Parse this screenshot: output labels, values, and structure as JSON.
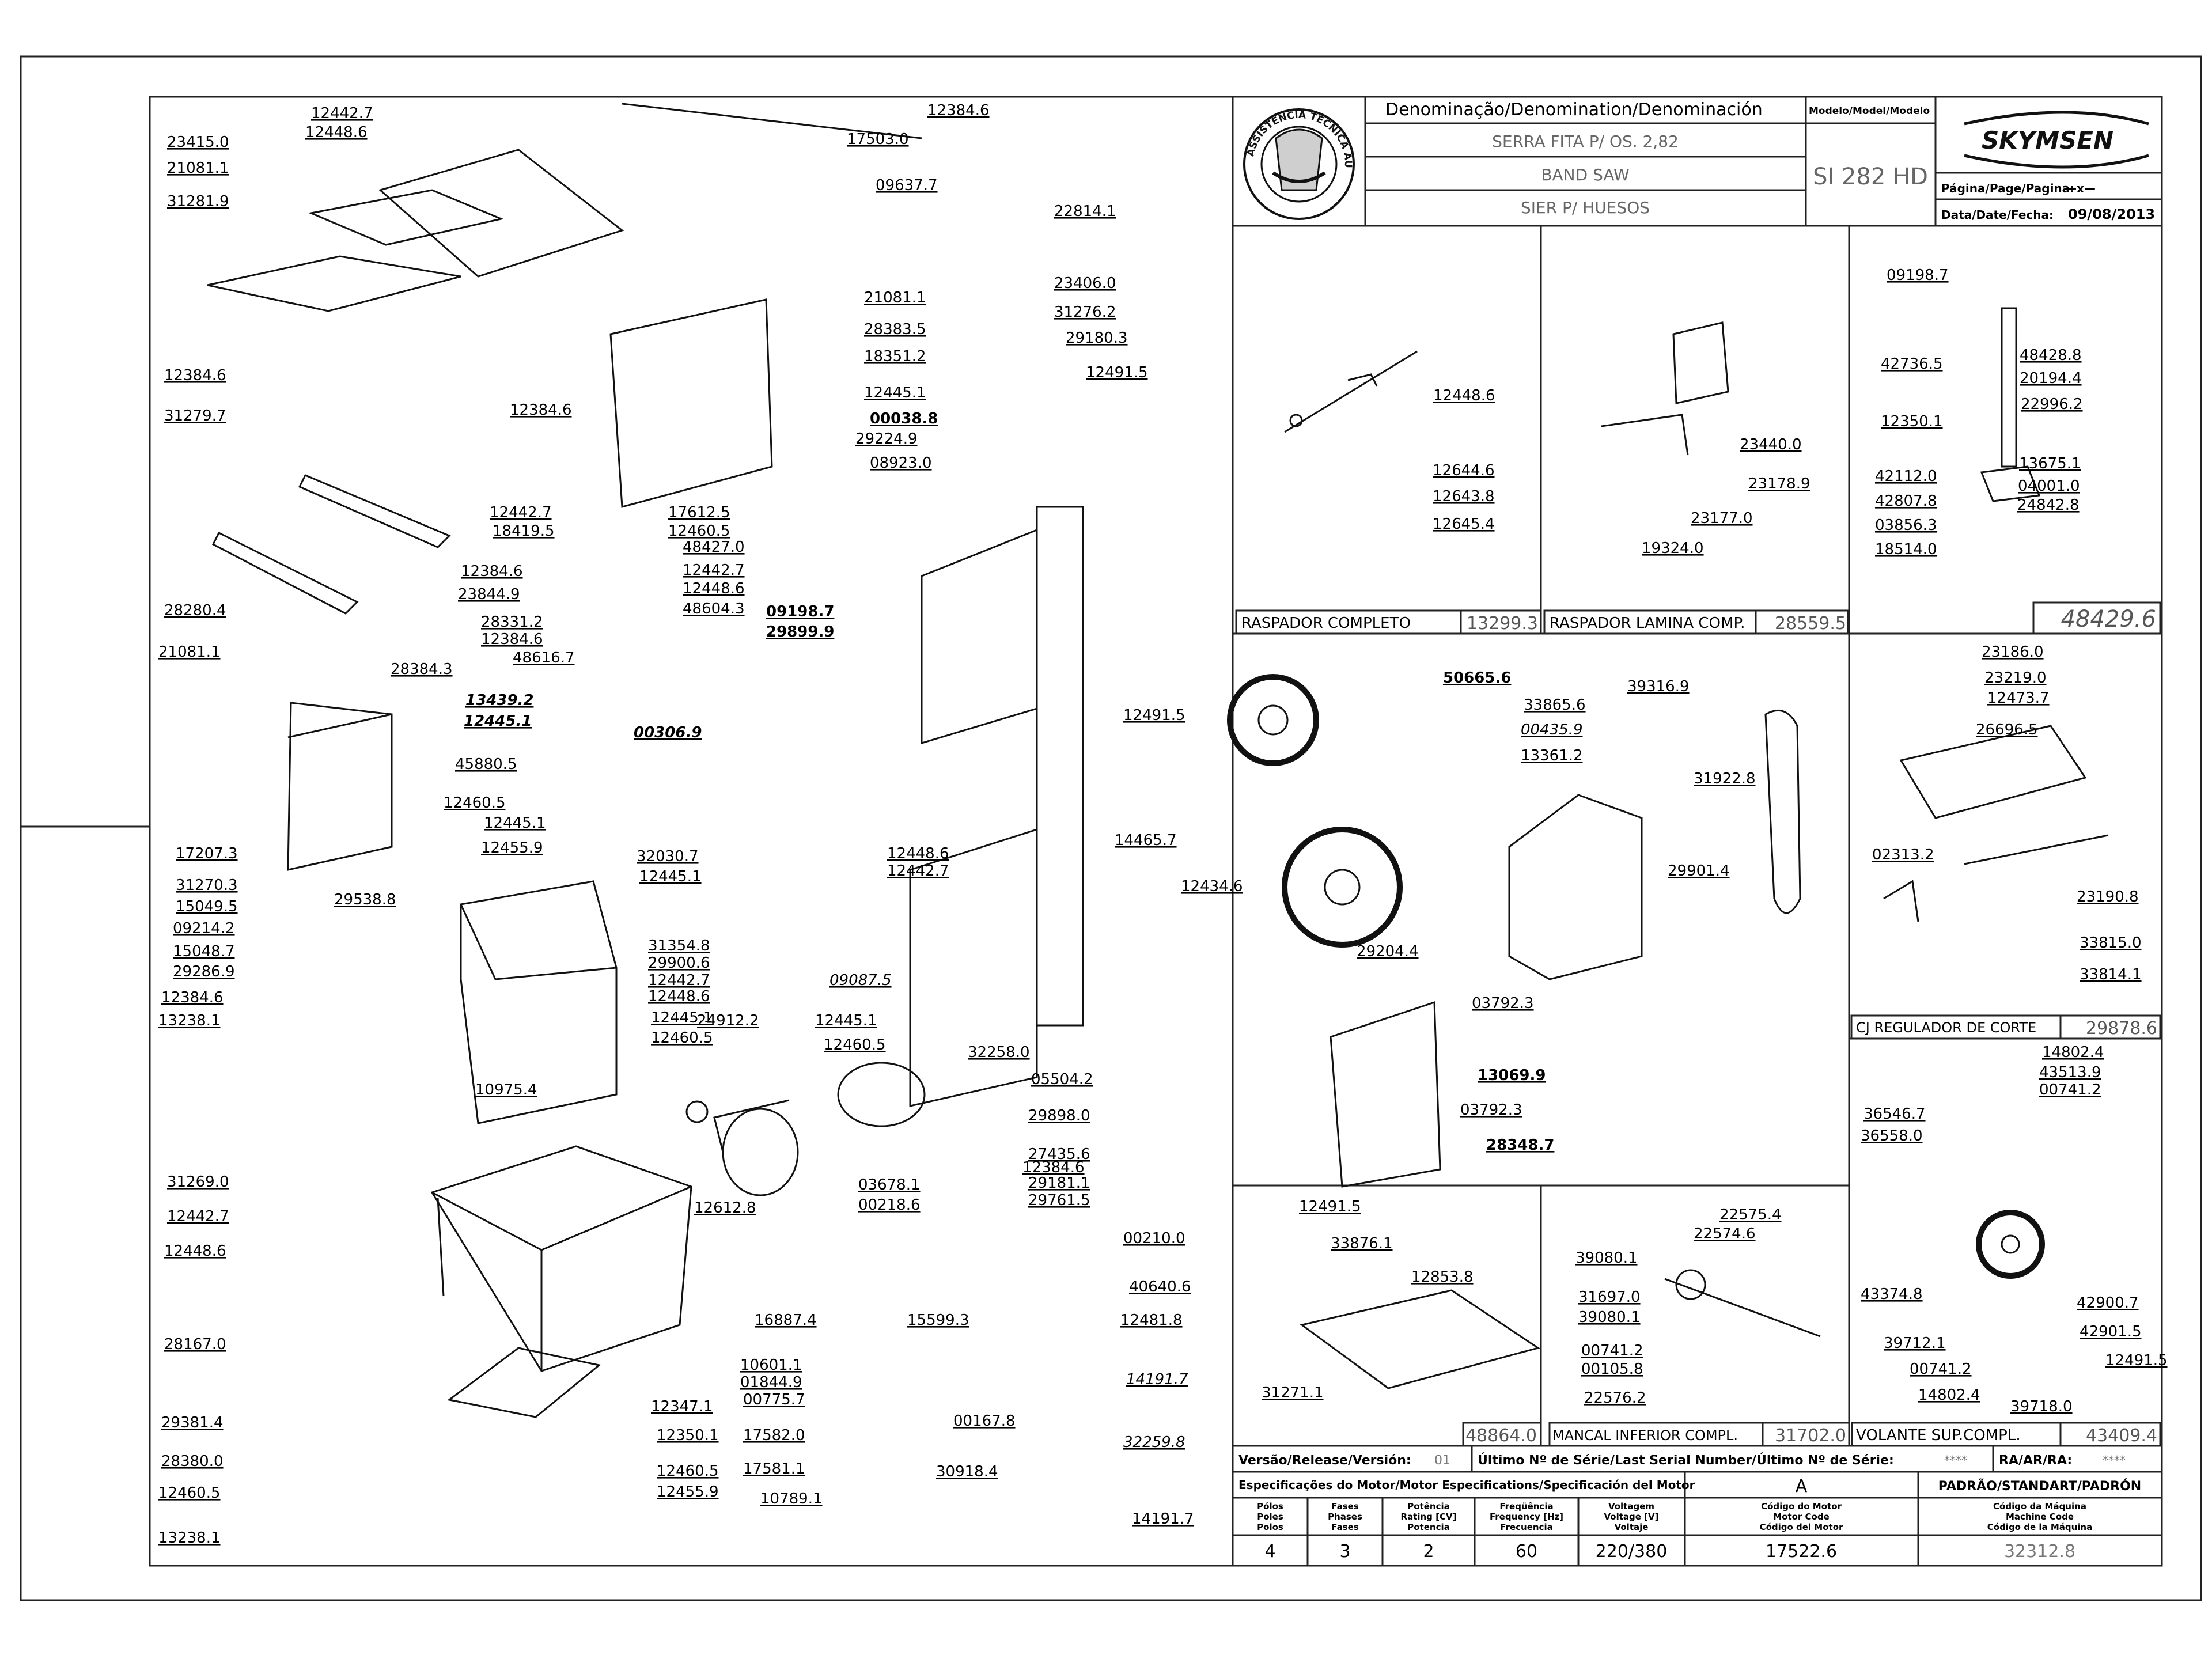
{
  "title_block": {
    "denomination_label": "Denominação/Denomination/Denominación",
    "model_label": "Modelo/Model/Modelo",
    "names": [
      "SERRA FITA P/ OS. 2,82",
      "BAND SAW",
      "SIER P/ HUESOS"
    ],
    "model": "SI 282 HD",
    "brand": "SKYMSEN",
    "stamp_text": "ASSISTÊNCIA TÉCNICA AUTORIZADA",
    "page_label": "Página/Page/Pagina:",
    "page_value": "—x—",
    "date_label": "Data/Date/Fecha:",
    "date_value": "09/08/2013"
  },
  "bottom_block": {
    "release_label": "Versão/Release/Versión:",
    "release_value": "01",
    "serial_label": "Último Nº de Série/Last Serial Number/Último Nº de Série:",
    "serial_value": "****",
    "ra_label": "RA/AR/RA:",
    "ra_value": "****",
    "motor_spec_label": "Especificações do Motor/Motor Especifications/Specificación del Motor",
    "standard_letter": "A",
    "standard_label": "PADRÃO/STANDART/PADRÓN",
    "headers": [
      "Pólos\nPoles\nPolos",
      "Fases\nPhases\nFases",
      "Potência\nRating [CV]\nPotencia",
      "Freqüência\nFrequency [Hz]\nFrecuencia",
      "Voltagem\nVoltage [V]\nVoltaje",
      "Código do Motor\nMotor Code\nCódigo del Motor",
      "Código da Máquina\nMachine Code\nCódigo de la Máquina"
    ],
    "values": [
      "4",
      "3",
      "2",
      "60",
      "220/380",
      "17522.6",
      "32312.8"
    ]
  },
  "insets": [
    {
      "caption": "RASPADOR COMPLETO",
      "code": "13299.3",
      "parts": [
        "12448.6",
        "12644.6",
        "12643.8",
        "12645.4"
      ]
    },
    {
      "caption": "RASPADOR LAMINA COMP.",
      "code": "28559.5",
      "parts": [
        "23440.0",
        "23178.9",
        "23177.0",
        "19324.0"
      ]
    },
    {
      "caption": "",
      "code": "48429.6",
      "parts": [
        "09198.7",
        "42736.5",
        "48428.8",
        "20194.4",
        "22996.2",
        "12350.1",
        "13675.1",
        "42112.0",
        "04001.0",
        "42807.8",
        "24842.8",
        "03856.3",
        "18514.0"
      ]
    },
    {
      "caption": "CJ REGULADOR DE CORTE",
      "code": "29878.6",
      "parts": [
        "23186.0",
        "23219.0",
        "12473.7",
        "26696.5",
        "02313.2",
        "23190.8",
        "33815.0",
        "33814.1"
      ]
    },
    {
      "caption": "MANCAL INFERIOR COMPL.",
      "code": "48864.0",
      "parts": [
        "12491.5",
        "33876.1",
        "12853.8",
        "31271.1"
      ]
    },
    {
      "caption": "VOLANTE SUP.COMPL.",
      "code": "31702.0",
      "parts": [
        "22575.4",
        "22574.6",
        "39080.1",
        "31697.0",
        "39080.1",
        "00741.2",
        "00105.8",
        "22576.2"
      ]
    },
    {
      "caption": "",
      "code": "43409.4",
      "parts": [
        "14802.4",
        "43513.9",
        "00741.2",
        "36546.7",
        "36558.0",
        "43374.8",
        "42900.7",
        "42901.5",
        "39712.1",
        "12491.5",
        "00741.2",
        "14802.4",
        "39718.0"
      ]
    }
  ],
  "labels": [
    "12442.7",
    "12448.6",
    "23415.0",
    "21081.1",
    "31281.9",
    "12384.6",
    "17503.0",
    "09637.7",
    "22814.1",
    "21081.1",
    "28383.5",
    "18351.2",
    "12384.6",
    "12384.6",
    "31279.7",
    "12445.1",
    "00038.8",
    "29224.9",
    "08923.0",
    "12442.7",
    "18419.5",
    "17612.5",
    "12460.5",
    "48427.0",
    "12384.6",
    "12442.7",
    "23844.9",
    "12448.6",
    "28331.2",
    "48604.3",
    "12384.6",
    "48616.7",
    "28280.4",
    "09198.7",
    "29899.9",
    "21081.1",
    "28384.3",
    "13439.2",
    "12445.1",
    "00306.9",
    "45880.5",
    "12460.5",
    "12445.1",
    "12455.9",
    "32030.7",
    "12445.1",
    "17207.3",
    "31270.3",
    "15049.5",
    "09214.2",
    "15048.7",
    "29286.9",
    "29538.8",
    "12384.6",
    "13238.1",
    "31354.8",
    "29900.6",
    "12442.7",
    "12448.6",
    "12445.1",
    "12460.5",
    "10975.4",
    "31269.0",
    "12442.7",
    "12448.6",
    "28167.0",
    "29381.4",
    "28380.0",
    "12460.5",
    "13238.1",
    "12347.1",
    "12350.1",
    "12460.5",
    "12455.9",
    "23406.0",
    "31276.2",
    "29180.3",
    "12491.5",
    "12491.5",
    "14465.7",
    "12448.6",
    "12442.7",
    "12434.6",
    "24912.2",
    "12445.1",
    "12460.5",
    "09087.5",
    "32258.0",
    "05504.2",
    "29898.0",
    "12612.8",
    "27435.6",
    "03678.1",
    "00218.6",
    "12384.6",
    "29181.1",
    "29761.5",
    "00210.0",
    "16887.4",
    "15599.3",
    "40640.6",
    "12481.8",
    "10601.1",
    "01844.9",
    "00775.7",
    "17582.0",
    "17581.1",
    "00167.8",
    "30918.4",
    "10789.1",
    "32259.8",
    "14191.7",
    "14191.7",
    "50665.6",
    "39316.9",
    "33865.6",
    "00435.9",
    "13361.2",
    "31922.8",
    "29901.4",
    "29204.4",
    "03792.3",
    "13069.9",
    "03792.3",
    "28348.7"
  ],
  "accent_color": "#111111"
}
